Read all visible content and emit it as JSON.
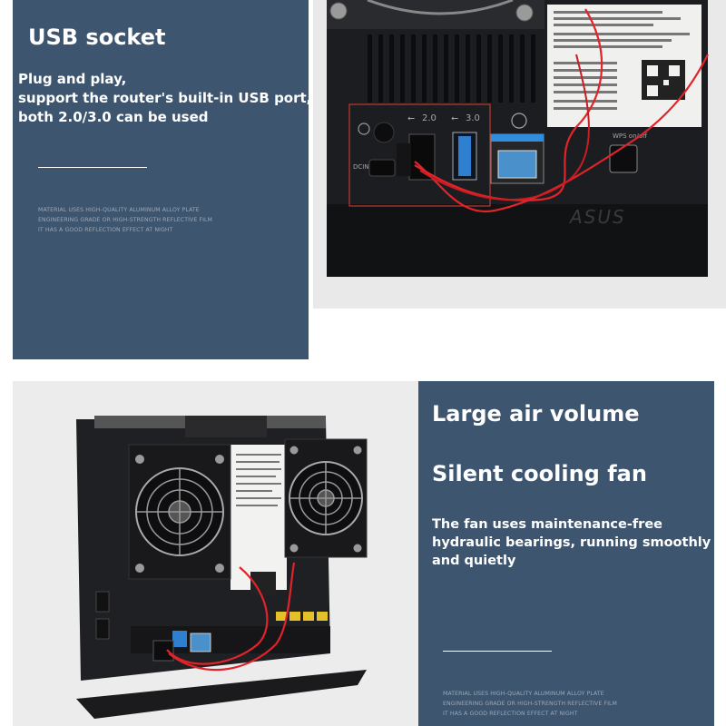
{
  "section_usb": {
    "title": "USB socket",
    "description_lines": [
      "Plug and play,",
      "support the router's built-in USB port,",
      "both 2.0/3.0 can be used"
    ],
    "fine_print": [
      "MATERIAL USES HIGH-QUALITY ALUMINUM ALLOY PLATE",
      "ENGINEERING GRADE OR HIGH-STRENGTH REFLECTIVE FILM",
      "IT HAS A GOOD REFLECTION EFFECT AT NIGHT"
    ],
    "port_labels": {
      "usb2": "2.0",
      "usb3": "3.0",
      "power": "DCIN",
      "wps": "WPS on/off"
    },
    "brand": "ASUS"
  },
  "section_fan": {
    "title_1": "Large air volume",
    "title_2": "Silent cooling fan",
    "description_lines": [
      "The fan uses maintenance-free",
      "hydraulic bearings, running smoothly",
      "and quietly"
    ],
    "fine_print": [
      "MATERIAL USES HIGH-QUALITY ALUMINUM ALLOY PLATE",
      "ENGINEERING GRADE OR HIGH-STRENGTH REFLECTIVE FILM",
      "IT HAS A GOOD REFLECTION EFFECT AT NIGHT"
    ]
  },
  "colors": {
    "panel": "#3e556f",
    "usb3_port": "#2f7fd0",
    "ethernet_port": "#2f8ede",
    "yellow_ports": "#e4c12a",
    "cable_red": "#e0242a"
  }
}
